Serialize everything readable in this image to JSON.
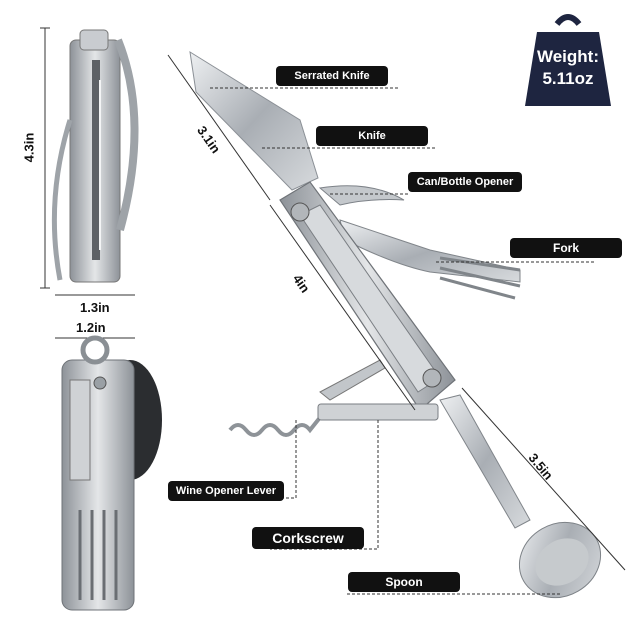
{
  "weight": {
    "label": "Weight:",
    "value": "5.11oz"
  },
  "labels": {
    "serrated_knife": "Serrated Knife",
    "knife": "Knife",
    "can_bottle_opener": "Can/Bottle Opener",
    "fork": "Fork",
    "wine_opener_lever": "Wine Opener Lever",
    "corkscrew": "Corkscrew",
    "spoon": "Spoon"
  },
  "dimensions": {
    "height": "4.3in",
    "width_side": "1.3in",
    "width_front": "1.2in",
    "knife_length": "3.1in",
    "body_length": "4in",
    "spoon_length": "3.5in"
  },
  "colors": {
    "pill": "#111111",
    "steel": "#b9bdc2",
    "accent": "#e6e8ea"
  }
}
